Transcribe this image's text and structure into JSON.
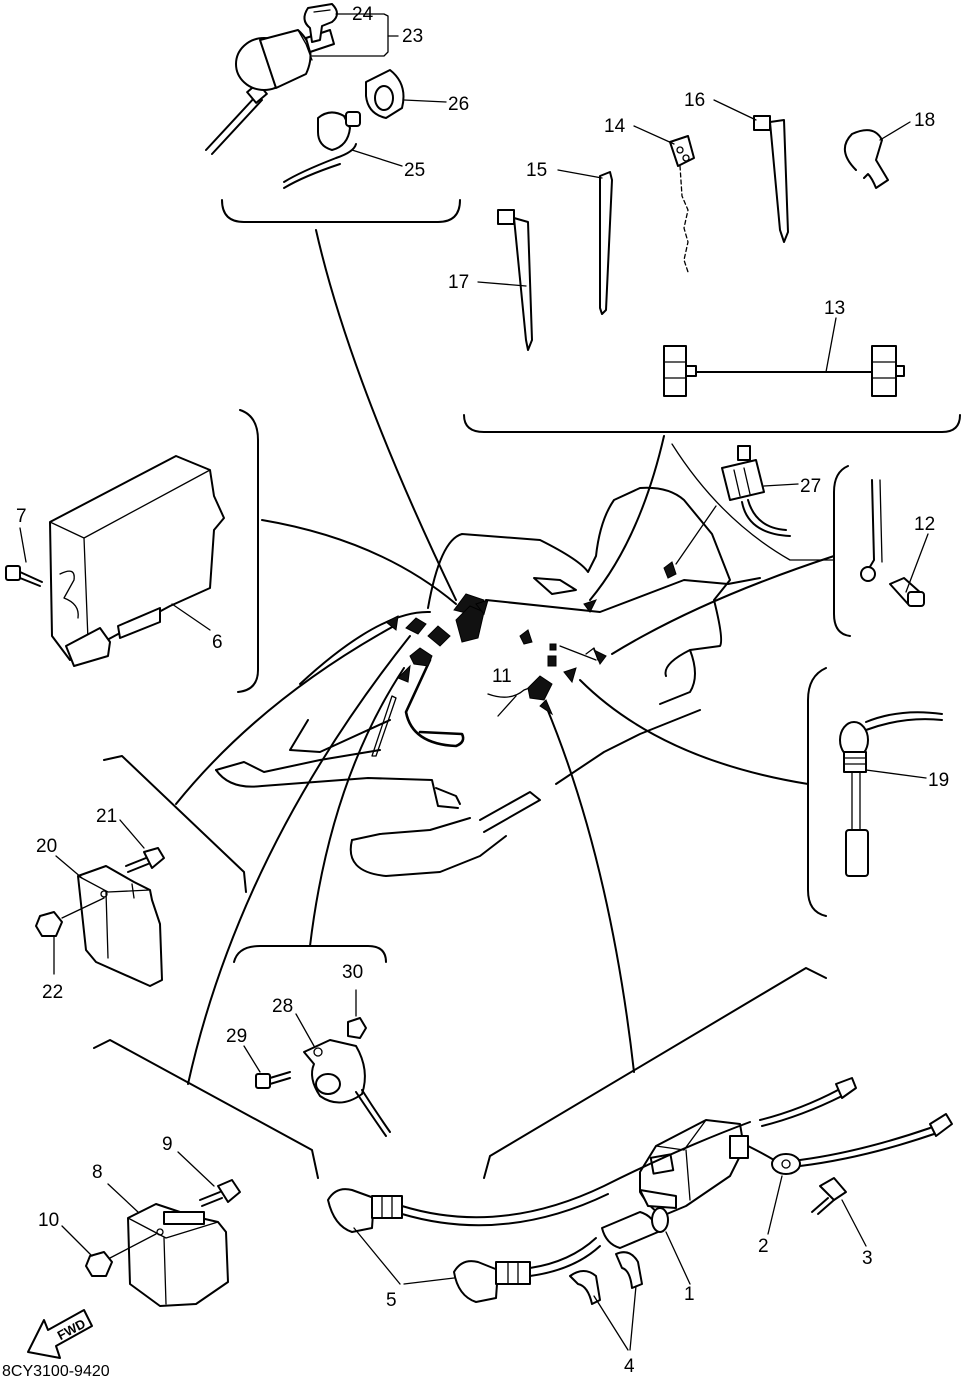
{
  "diagram_code": "8CY3100-9420",
  "fwd_label": "FWD",
  "labels": {
    "p1": "1",
    "p2": "2",
    "p3": "3",
    "p4": "4",
    "p5": "5",
    "p6": "6",
    "p7": "7",
    "p8": "8",
    "p9": "9",
    "p10": "10",
    "p11": "11",
    "p12": "12",
    "p13": "13",
    "p14": "14",
    "p15": "15",
    "p16": "16",
    "p17": "17",
    "p18": "18",
    "p19": "19",
    "p20": "20",
    "p21": "21",
    "p22": "22",
    "p23": "23",
    "p24": "24",
    "p25": "25",
    "p26": "26",
    "p27": "27",
    "p28": "28",
    "p29": "29",
    "p30": "30"
  }
}
